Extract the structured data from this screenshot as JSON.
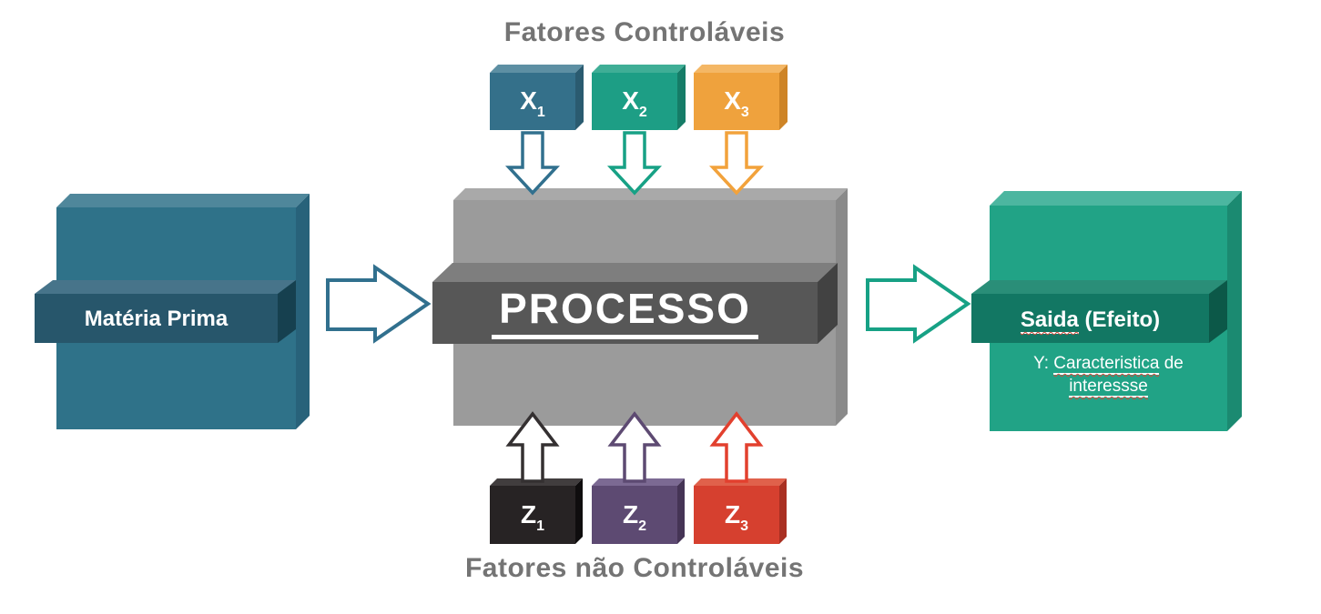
{
  "diagram": {
    "title_top": "Fatores Controláveis",
    "title_bottom": "Fatores não Controláveis",
    "input_box": {
      "label": "Matéria Prima"
    },
    "process_box": {
      "label": "PROCESSO"
    },
    "output_box": {
      "label_underlined": "Saida",
      "label_rest": " (Efeito)",
      "caption_prefix": "Y: ",
      "caption_word1": "Caracteristica",
      "caption_mid": " de",
      "caption_line2": "interessse"
    },
    "controllable_factors": [
      {
        "base": "X",
        "sub": "1"
      },
      {
        "base": "X",
        "sub": "2"
      },
      {
        "base": "X",
        "sub": "3"
      }
    ],
    "uncontrollable_factors": [
      {
        "base": "Z",
        "sub": "1"
      },
      {
        "base": "Z",
        "sub": "2"
      },
      {
        "base": "Z",
        "sub": "3"
      }
    ],
    "colors": {
      "teal": "#34708A",
      "teal_light": "#5D8FA3",
      "teal_dark": "#2A5B70",
      "green": "#1D9E85",
      "green_light": "#3FAE96",
      "green_dark": "#157C67",
      "orange": "#EFA23D",
      "orange_light": "#F4B765",
      "orange_dark": "#CE8426",
      "black": "#272324",
      "black_light": "#413D3E",
      "black_dark": "#0F0D0E",
      "purple": "#5D4A72",
      "purple_light": "#7C6A93",
      "purple_dark": "#453455",
      "red": "#D6402F",
      "red_light": "#E0614B",
      "red_dark": "#A93022",
      "process_front": "#9B9B9B",
      "process_top": "#A9A9A9",
      "process_side": "#8A8A8A",
      "process_ribbon": "#575757",
      "process_ribbon_top": "#7E7E7E",
      "process_ribbon_end": "#424242",
      "input_front": "#2F7289",
      "input_top": "#4F879B",
      "input_side": "#28627A",
      "input_ribbon": "#27566B",
      "input_ribbon_top": "#47748A",
      "input_ribbon_end": "#16404F",
      "output_front": "#21A386",
      "output_top": "#4CB6A0",
      "output_side": "#1B8A71",
      "output_ribbon": "#127763",
      "output_ribbon_top": "#2A8E78",
      "output_ribbon_end": "#0C5848",
      "arrow_teal": "#31708E",
      "arrow_green": "#17A185",
      "arrow_orange": "#F2A23B",
      "arrow_black": "#343031",
      "arrow_purple": "#5D4A72",
      "arrow_red": "#E2402E",
      "title_text": "#747474",
      "label_text": "#FFFFFF",
      "spellcheck_squiggle": "#CC4B3C"
    }
  }
}
